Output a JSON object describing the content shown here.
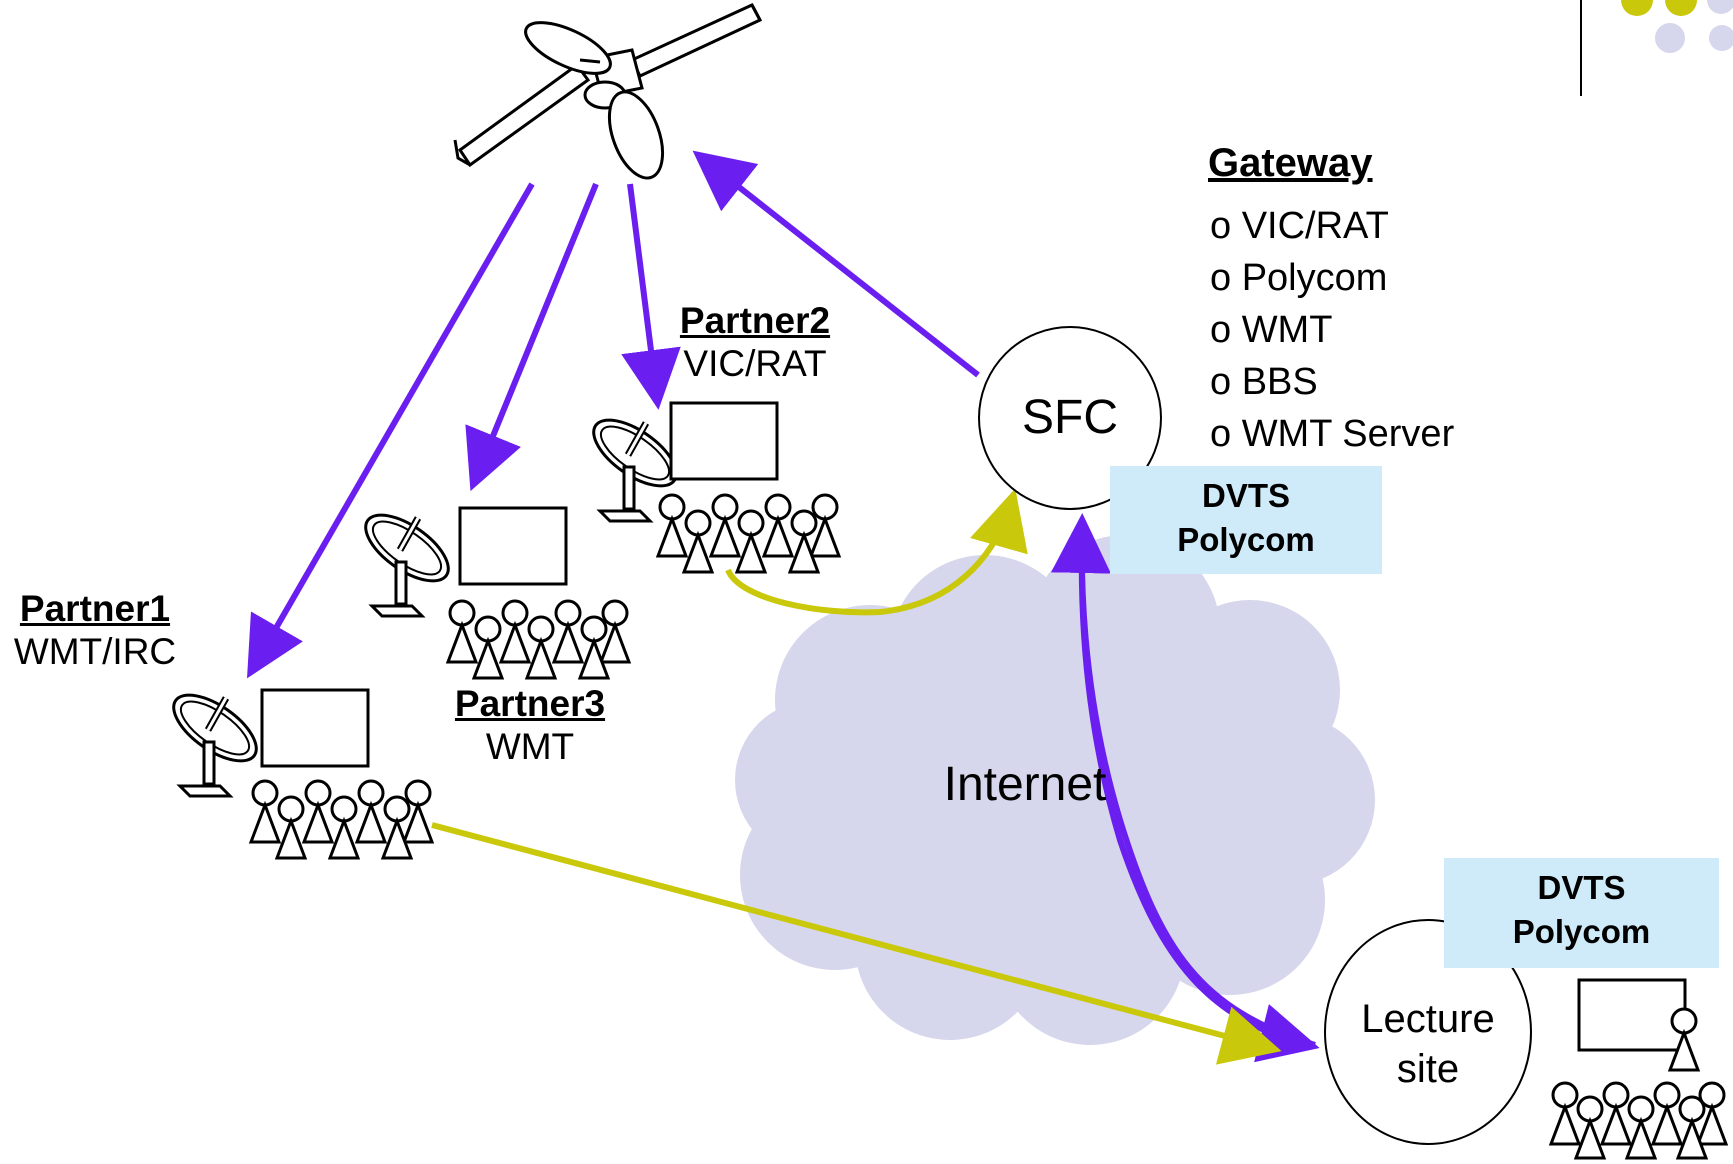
{
  "colors": {
    "uplink_arrow": "#6a1ff0",
    "terrestrial_arrow": "#c9c80a",
    "cloud_fill": "#d6d6ec",
    "box_fill": "#cfeaf8",
    "corner_dots_yellow": "#c9c80a",
    "corner_dots_lilac": "#d6d6ec"
  },
  "icons": [
    "satellite-icon",
    "satellite-dish-icon",
    "monitor-icon",
    "audience-icon",
    "cloud-icon",
    "lecturer-icon"
  ],
  "satellite": {
    "label": ""
  },
  "partner1": {
    "title": "Partner1",
    "tool": "WMT/IRC"
  },
  "partner2": {
    "title": "Partner2",
    "tool": "VIC/RAT"
  },
  "partner3": {
    "title": "Partner3",
    "tool": "WMT"
  },
  "sfc": {
    "label": "SFC"
  },
  "gateway": {
    "title": "Gateway",
    "items": [
      "o VIC/RAT",
      "o Polycom",
      "o WMT",
      "o BBS",
      "o WMT Server"
    ]
  },
  "sfc_box": {
    "line1": "DVTS",
    "line2": "Polycom"
  },
  "internet": {
    "label": "Internet"
  },
  "lecture": {
    "line1": "Lecture",
    "line2": "site"
  },
  "lecture_box": {
    "line1": "DVTS",
    "line2": "Polycom"
  }
}
